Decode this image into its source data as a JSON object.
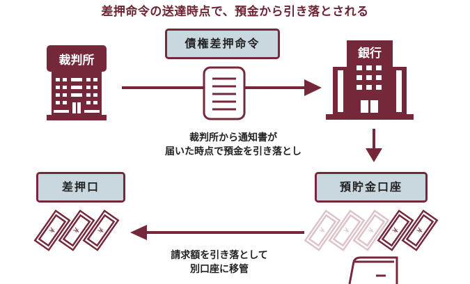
{
  "title": "差押命令の送達時点で、預金から引き落とされる",
  "colors": {
    "accent": "#74283a",
    "box_fill": "#c9d7de",
    "faded": "#dcc3c8"
  },
  "court": {
    "label": "裁判所",
    "icon": "building-icon"
  },
  "order": {
    "label": "債権差押命令",
    "icon": "document-icon"
  },
  "bank": {
    "label": "銀行",
    "icon": "bank-building-icon"
  },
  "notice_caption": {
    "line1": "裁判所から通知書が",
    "line2": "届いた時点で預金を引き落とし"
  },
  "seizure": {
    "label": "差押口",
    "icon": "banknotes-icon",
    "note_count": 3
  },
  "deposit": {
    "label": "預貯金口座",
    "icon": "banknotes-icon",
    "faded_notes": 3,
    "remaining_notes": 2,
    "wallet_icon": "card-wallet-icon"
  },
  "transfer_caption": {
    "line1": "請求額を引き落として",
    "line2": "別口座に移管"
  }
}
